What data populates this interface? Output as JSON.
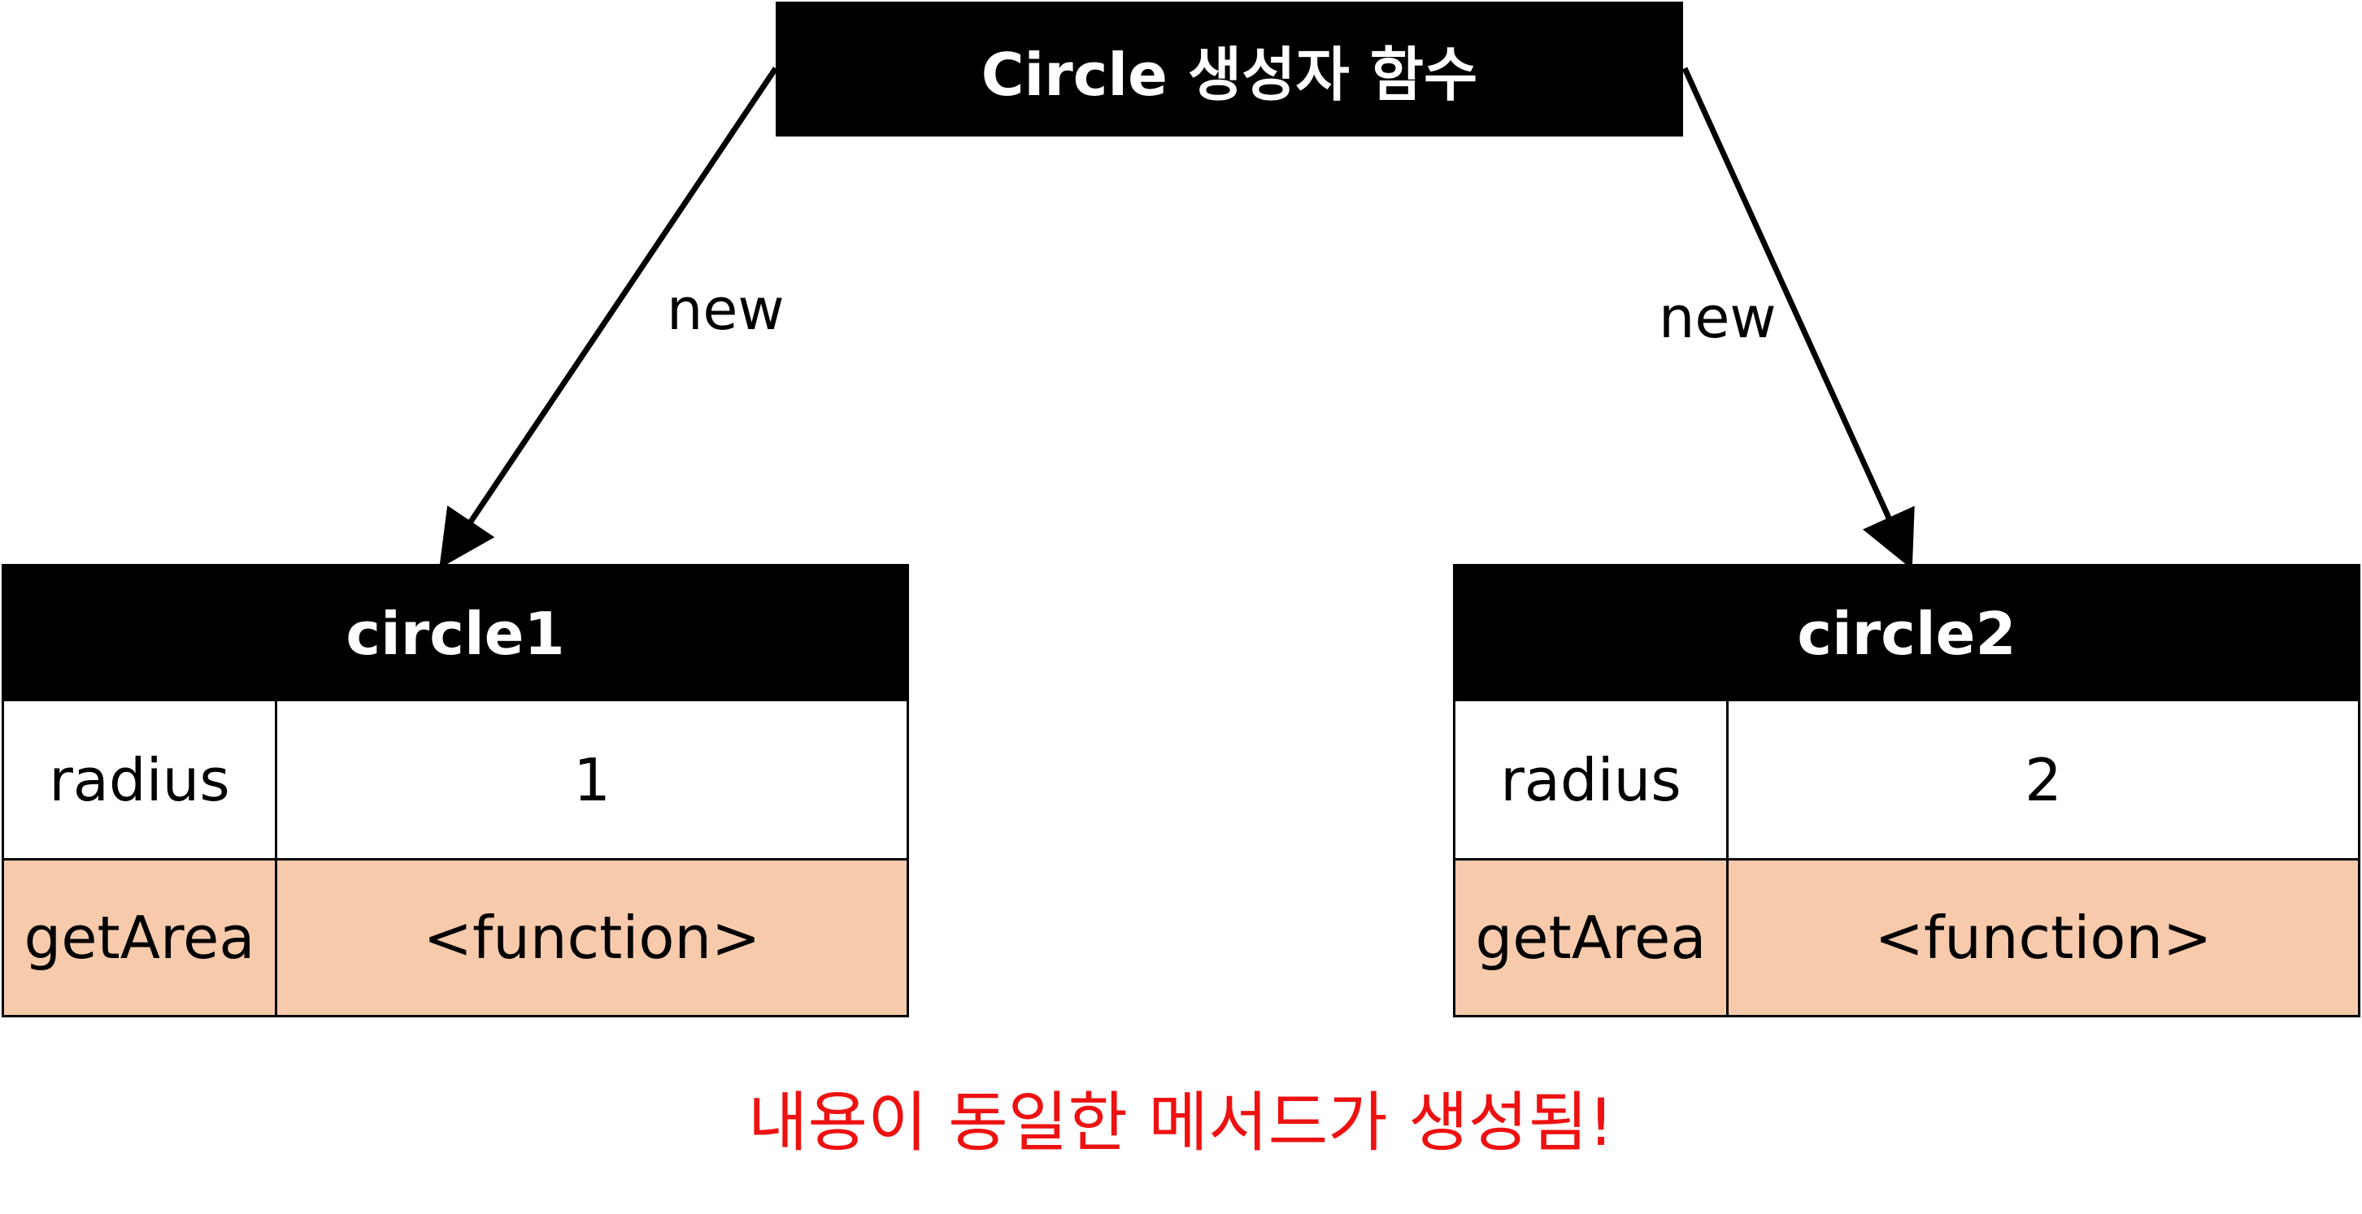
{
  "constructor": {
    "label": "Circle 생성자 함수"
  },
  "edges": [
    {
      "label": "new",
      "target": "circle1"
    },
    {
      "label": "new",
      "target": "circle2"
    }
  ],
  "objects": [
    {
      "name": "circle1",
      "rows": [
        {
          "key": "radius",
          "value": "1"
        },
        {
          "key": "getArea",
          "value": "<function>"
        }
      ]
    },
    {
      "name": "circle2",
      "rows": [
        {
          "key": "radius",
          "value": "2"
        },
        {
          "key": "getArea",
          "value": "<function>"
        }
      ]
    }
  ],
  "note": "내용이 동일한 메서드가 생성됨!",
  "colors": {
    "header_bg": "#000000",
    "method_row_bg": "#f7caac",
    "note_text": "#ee1111"
  }
}
